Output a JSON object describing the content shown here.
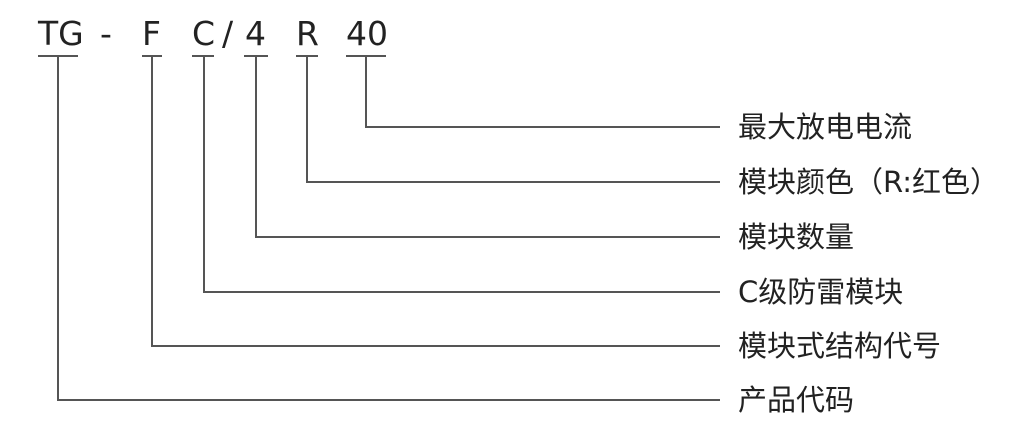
{
  "code_parts": [
    "TG",
    "-",
    "F",
    "C",
    "/",
    "4",
    "R",
    "40"
  ],
  "descriptions": [
    "最大放电电流",
    "模块颜色（R:红色）",
    "模块数量",
    "C级防雷模块",
    "模块式结构代号",
    "产品代码"
  ],
  "colors": {
    "text": "#222222",
    "line": "#555555",
    "background": "#ffffff"
  }
}
